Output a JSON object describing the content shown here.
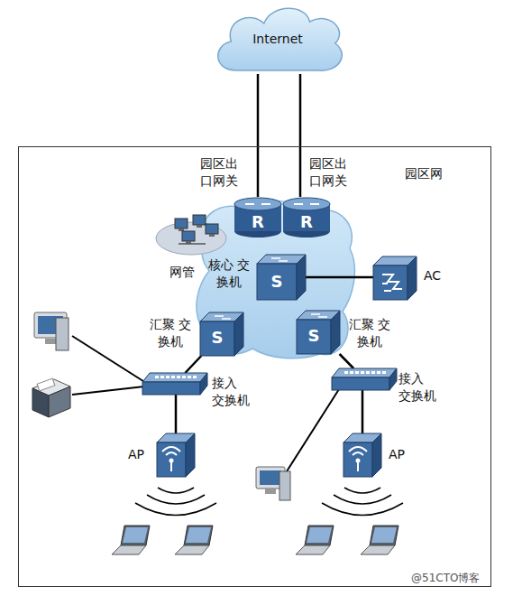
{
  "diagram": {
    "nodes": [
      {
        "text": [
          "Internet"
        ]
      },
      {
        "text": [
          "园区网"
        ]
      },
      {
        "text": [
          "园区出 口网关",
          "R"
        ],
        "in": 1
      },
      {
        "text": [
          "园区出 口网关",
          "R"
        ],
        "in": 1
      },
      {
        "text": [
          "网管"
        ],
        "in": 1
      },
      {
        "text": [
          "核心 交换机",
          "S"
        ],
        "in": 1
      },
      {
        "text": [
          "AC"
        ],
        "in": 1
      },
      {
        "text": [
          "汇聚 交换机",
          "S"
        ],
        "in": 1
      },
      {
        "text": [
          "汇聚 交换机",
          "S"
        ],
        "in": 1
      },
      {
        "text": [
          "接入 交换机"
        ],
        "in": 1
      },
      {
        "text": [
          "接入 交换机"
        ],
        "in": 1
      },
      {
        "text": [
          "AP"
        ],
        "in": 1
      },
      {
        "text": [
          "AP"
        ],
        "in": 1
      }
    ],
    "edges": [
      {
        "from": 0,
        "to": 2,
        "arrow": "none"
      },
      {
        "from": 0,
        "to": 3,
        "arrow": "none"
      },
      {
        "from": 5,
        "to": 6,
        "arrow": "none"
      },
      {
        "from": 7,
        "to": 9,
        "arrow": "none"
      },
      {
        "from": 8,
        "to": 10,
        "arrow": "none"
      },
      {
        "from": 9,
        "to": 11,
        "arrow": "none"
      },
      {
        "from": 10,
        "to": 12,
        "arrow": "none"
      }
    ],
    "labels": [
      "@51CTO博客"
    ]
  }
}
